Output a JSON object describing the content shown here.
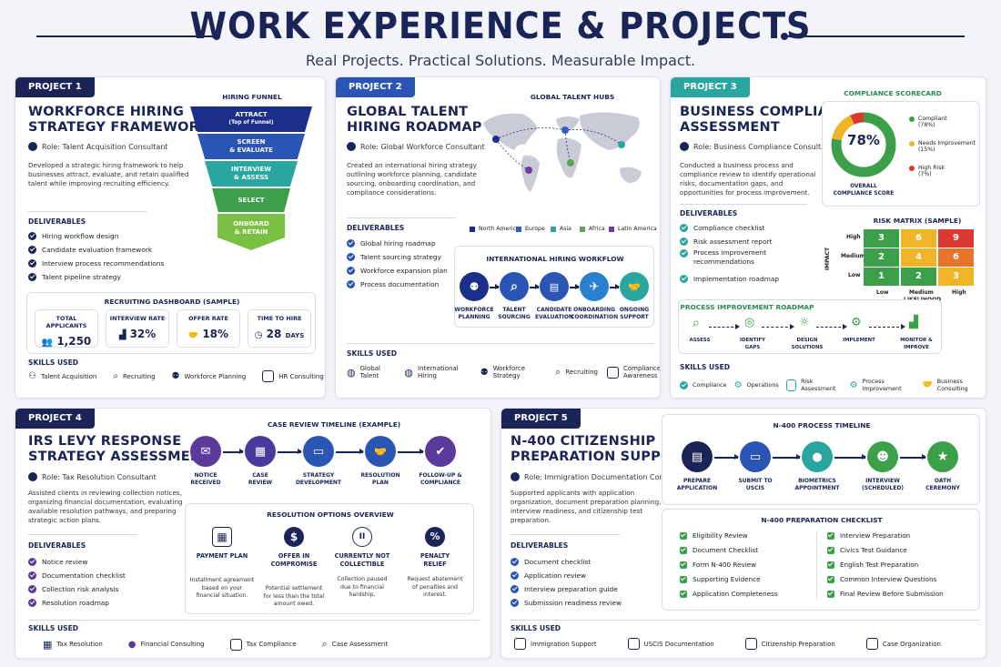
{
  "header": {
    "title": "WORK EXPERIENCE & PROJECTS",
    "subtitle": "Real Projects. Practical Solutions. Measurable Impact."
  },
  "p1": {
    "tag": "PROJECT 1",
    "title_l1": "WORKFORCE HIRING",
    "title_l2": "STRATEGY FRAMEWORK",
    "role": "Role: Talent Acquisition Consultant",
    "desc": "Developed a strategic hiring framework to help businesses attract, evaluate, and retain qualified talent while improving recruiting efficiency.",
    "deliverables_title": "DELIVERABLES",
    "deliverables": [
      "Hiring workflow design",
      "Candidate evaluation framework",
      "Interview process recommendations",
      "Talent pipeline strategy"
    ],
    "funnel_title": "HIRING FUNNEL",
    "funnel": [
      {
        "l1": "ATTRACT",
        "l2": "(Top of Funnel)"
      },
      {
        "l1": "SCREEN",
        "l2": "& EVALUATE"
      },
      {
        "l1": "INTERVIEW",
        "l2": "& ASSESS"
      },
      {
        "l1": "SELECT",
        "l2": ""
      },
      {
        "l1": "ONBOARD",
        "l2": "& RETAIN"
      }
    ],
    "dashboard_title": "RECRUITING DASHBOARD (SAMPLE)",
    "kpis": [
      {
        "label": "TOTAL APPLICANTS",
        "value": "1,250"
      },
      {
        "label": "INTERVIEW RATE",
        "value": "32%"
      },
      {
        "label": "OFFER RATE",
        "value": "18%"
      },
      {
        "label": "TIME TO HIRE",
        "value": "28",
        "unit": "DAYS"
      }
    ],
    "skills_title": "SKILLS USED",
    "skills": [
      "Talent Acquisition",
      "Recruiting",
      "Workforce Planning",
      "HR Consulting"
    ]
  },
  "p2": {
    "tag": "PROJECT 2",
    "title_l1": "GLOBAL TALENT",
    "title_l2": "HIRING ROADMAP",
    "role": "Role: Global Workforce Consultant",
    "desc": "Created an international hiring strategy outlining workforce planning, candidate sourcing, onboarding coordination, and compliance considerations.",
    "map_title": "GLOBAL TALENT HUBS",
    "legend": [
      {
        "name": "North America",
        "color": "#1b2f8a"
      },
      {
        "name": "Europe",
        "color": "#2f5fc0"
      },
      {
        "name": "Asia",
        "color": "#2aa6a0"
      },
      {
        "name": "Africa",
        "color": "#5aa84a"
      },
      {
        "name": "Latin America",
        "color": "#6b3fa0"
      }
    ],
    "deliverables_title": "DELIVERABLES",
    "deliverables": [
      "Global hiring roadmap",
      "Talent sourcing strategy",
      "Workforce expansion plan",
      "Process documentation"
    ],
    "workflow_title": "INTERNATIONAL HIRING WORKFLOW",
    "workflow": [
      {
        "l1": "WORKFORCE",
        "l2": "PLANNING"
      },
      {
        "l1": "TALENT",
        "l2": "SOURCING"
      },
      {
        "l1": "CANDIDATE",
        "l2": "EVALUATION"
      },
      {
        "l1": "ONBOARDING",
        "l2": "COORDINATION"
      },
      {
        "l1": "ONGOING",
        "l2": "SUPPORT"
      }
    ],
    "skills_title": "SKILLS USED",
    "skills": [
      "Global Talent",
      "International Hiring",
      "Workforce Strategy",
      "Recruiting",
      "Compliance Awareness"
    ]
  },
  "p3": {
    "tag": "PROJECT 3",
    "title_l1": "BUSINESS COMPLIANCE",
    "title_l2": "ASSESSMENT",
    "role": "Role: Business Compliance Consultant",
    "desc": "Conducted a business process and compliance review to identify operational risks, documentation gaps, and opportunities for process improvement.",
    "scorecard_title": "COMPLIANCE SCORECARD",
    "score": "78%",
    "score_l1": "OVERALL",
    "score_l2": "COMPLIANCE SCORE",
    "score_legend": [
      {
        "l1": "Compliant",
        "l2": "(78%)",
        "color": "#3ca04a",
        "pct": 78
      },
      {
        "l1": "Needs Improvement",
        "l2": "(15%)",
        "color": "#f0b429",
        "pct": 15
      },
      {
        "l1": "High Risk",
        "l2": "(7%)",
        "color": "#d93a30",
        "pct": 7
      }
    ],
    "deliverables_title": "DELIVERABLES",
    "deliverables": [
      "Compliance checklist",
      "Risk assessment report",
      "Process improvement recommendations",
      "Implementation roadmap"
    ],
    "risk_title": "RISK MATRIX (SAMPLE)",
    "risk_rows": [
      "High",
      "Medium",
      "Low"
    ],
    "risk_cols": [
      "Low",
      "Medium",
      "High"
    ],
    "risk_values": [
      [
        "3",
        "6",
        "9"
      ],
      [
        "2",
        "4",
        "6"
      ],
      [
        "1",
        "2",
        "3"
      ]
    ],
    "risk_colors": [
      [
        "#3ca04a",
        "#f0b429",
        "#d93a30"
      ],
      [
        "#3ca04a",
        "#f0b429",
        "#e8742a"
      ],
      [
        "#3ca04a",
        "#3ca04a",
        "#f0b429"
      ]
    ],
    "impact": "IMPACT",
    "likelihood": "LIKELIHOOD",
    "roadmap_title": "PROCESS IMPROVEMENT ROADMAP",
    "roadmap": [
      {
        "l1": "ASSESS",
        "l2": ""
      },
      {
        "l1": "IDENTIFY",
        "l2": "GAPS"
      },
      {
        "l1": "DESIGN",
        "l2": "SOLUTIONS"
      },
      {
        "l1": "IMPLEMENT",
        "l2": ""
      },
      {
        "l1": "MONITOR &",
        "l2": "IMPROVE"
      }
    ],
    "skills_title": "SKILLS USED",
    "skills": [
      "Compliance",
      "Operations",
      "Risk Assessment",
      "Process Improvement",
      "Business Consulting"
    ]
  },
  "p4": {
    "tag": "PROJECT 4",
    "title_l1": "IRS LEVY RESPONSE",
    "title_l2": "STRATEGY ASSESSMENT",
    "role": "Role: Tax Resolution Consultant",
    "desc": "Assisted clients in reviewing collection notices, organizing financial documentation, evaluating available resolution pathways, and preparing strategic action plans.",
    "timeline_title": "CASE REVIEW TIMELINE (EXAMPLE)",
    "timeline": [
      {
        "l1": "NOTICE",
        "l2": "RECEIVED"
      },
      {
        "l1": "CASE",
        "l2": "REVIEW"
      },
      {
        "l1": "STRATEGY",
        "l2": "DEVELOPMENT"
      },
      {
        "l1": "RESOLUTION",
        "l2": "PLAN"
      },
      {
        "l1": "FOLLOW-UP &",
        "l2": "COMPLIANCE"
      }
    ],
    "deliverables_title": "DELIVERABLES",
    "deliverables": [
      "Notice review",
      "Documentation checklist",
      "Collection risk analysis",
      "Resolution roadmap"
    ],
    "options_title": "RESOLUTION OPTIONS OVERVIEW",
    "options": [
      {
        "t1": "PAYMENT PLAN",
        "t2": "",
        "d1": "Installment agreement",
        "d2": "based on your",
        "d3": "financial situation."
      },
      {
        "t1": "OFFER IN COMPROMISE",
        "t2": "",
        "d1": "Potential settlement",
        "d2": "for less than the total",
        "d3": "amount owed."
      },
      {
        "t1": "CURRENTLY NOT",
        "t2": "COLLECTIBLE",
        "d1": "Collection paused",
        "d2": "due to financial",
        "d3": "hardship."
      },
      {
        "t1": "PENALTY",
        "t2": "RELIEF",
        "d1": "Request abatement",
        "d2": "of penalties and",
        "d3": "interest."
      }
    ],
    "option_icons": [
      "$",
      "II",
      "%"
    ],
    "skills_title": "SKILLS USED",
    "skills": [
      "Tax Resolution",
      "Financial Consulting",
      "Tax Compliance",
      "Case Assessment"
    ]
  },
  "p5": {
    "tag": "PROJECT 5",
    "title_l1": "N-400 CITIZENSHIP",
    "title_l2": "PREPARATION SUPPORT",
    "role": "Role: Immigration Documentation Consultant",
    "desc": "Supported applicants with application organization, document preparation planning, interview readiness, and citizenship test preparation.",
    "timeline_title": "N-400 PROCESS TIMELINE",
    "timeline": [
      {
        "l1": "PREPARE",
        "l2": "APPLICATION"
      },
      {
        "l1": "SUBMIT TO",
        "l2": "USCIS"
      },
      {
        "l1": "BIOMETRICS",
        "l2": "APPOINTMENT"
      },
      {
        "l1": "INTERVIEW",
        "l2": "(SCHEDULED)"
      },
      {
        "l1": "OATH",
        "l2": "CEREMONY"
      }
    ],
    "deliverables_title": "DELIVERABLES",
    "deliverables": [
      "Document checklist",
      "Application review",
      "Interview preparation guide",
      "Submission readiness review"
    ],
    "checklist_title": "N-400 PREPARATION CHECKLIST",
    "checklist_left": [
      "Eligibility Review",
      "Document Checklist",
      "Form N-400 Review",
      "Supporting Evidence",
      "Application Completeness"
    ],
    "checklist_right": [
      "Interview Preparation",
      "Civics Test Guidance",
      "English Test Preparation",
      "Common Interview Questions",
      "Final Review Before Submission"
    ],
    "skills_title": "SKILLS USED",
    "skills": [
      "Immigration Support",
      "USCIS Documentation",
      "Citizenship Preparation",
      "Case Organization"
    ]
  }
}
